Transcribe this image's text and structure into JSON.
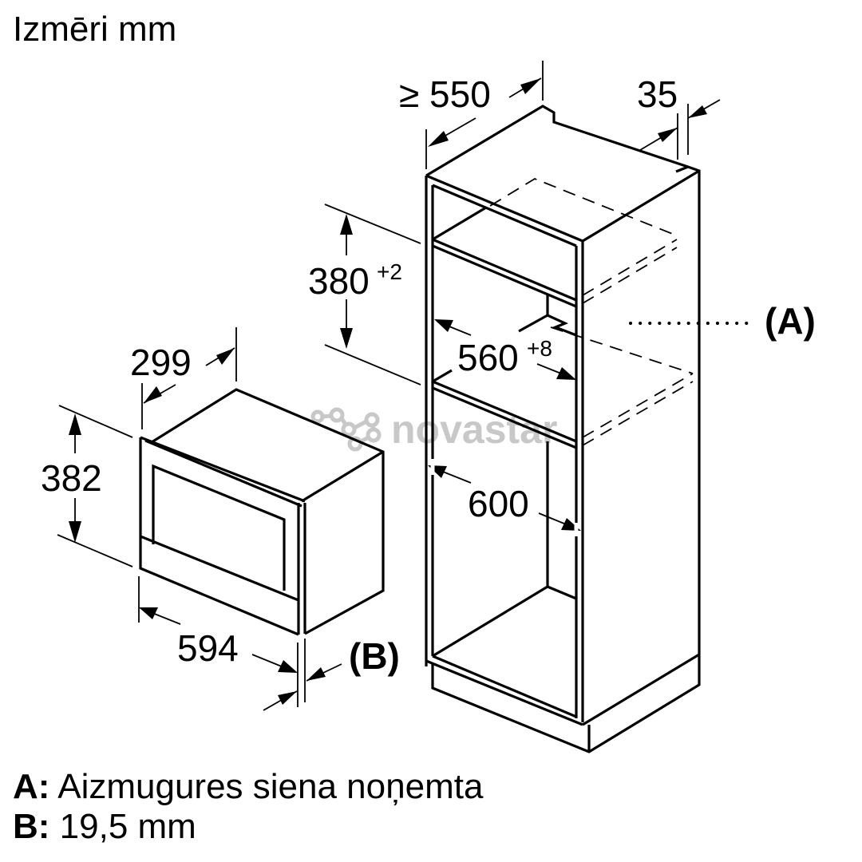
{
  "title": "Izmēri mm",
  "watermark": "novastar",
  "cabinet": {
    "depth_label": "≥ 550",
    "top_offset_label": "35",
    "niche_height_label": "380",
    "niche_height_tolerance": "+2",
    "niche_width_label": "560",
    "niche_width_tolerance": "+8",
    "cabinet_width_label": "600",
    "callout_A": "(A)"
  },
  "appliance": {
    "depth_label": "299",
    "height_label": "382",
    "width_label": "594",
    "callout_B": "(B)"
  },
  "legend": [
    {
      "key": "A:",
      "text": "Aizmugures siena noņemta"
    },
    {
      "key": "B:",
      "text": "19,5 mm"
    }
  ],
  "colors": {
    "line": "#000000",
    "watermark": "#c8c8c8",
    "background": "#ffffff"
  }
}
